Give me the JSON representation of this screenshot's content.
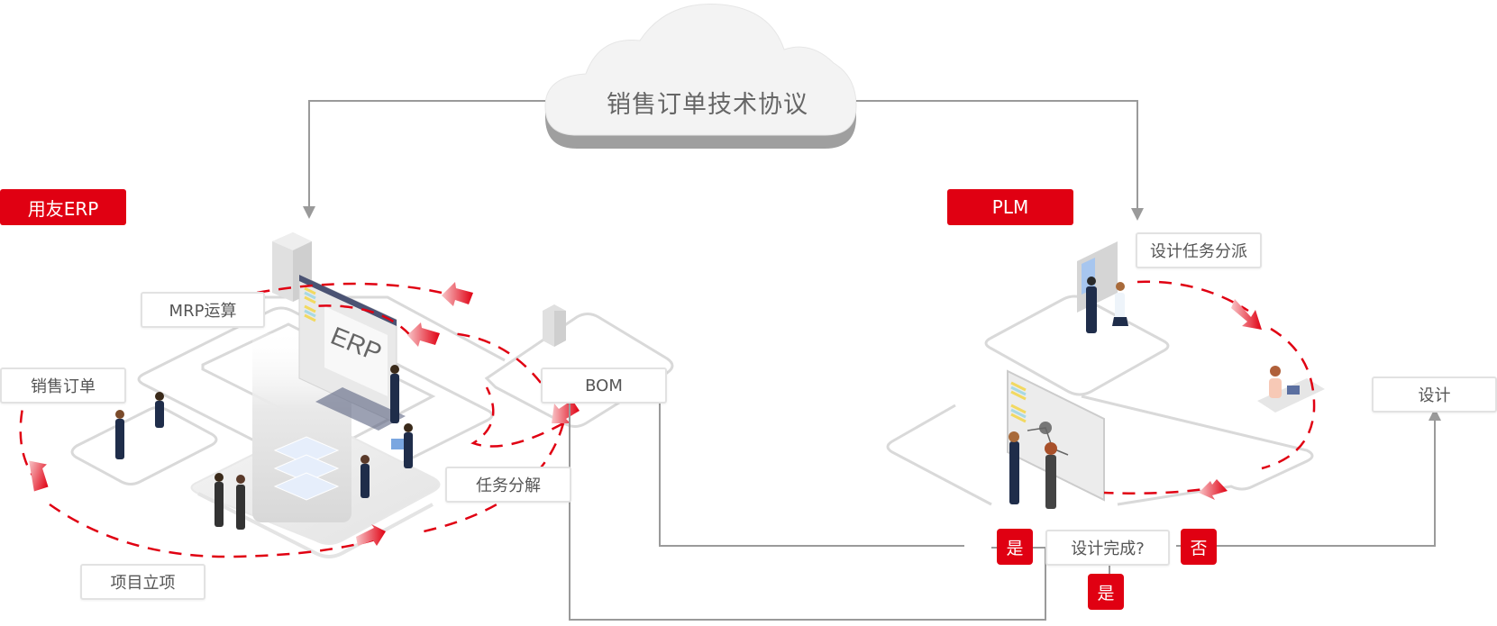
{
  "cloud": {
    "label": "销售订单技术协议"
  },
  "systems": {
    "erp": {
      "label": "用友ERP",
      "screen_text": "ERP"
    },
    "plm": {
      "label": "PLM"
    }
  },
  "erp_steps": {
    "mrp": "MRP运算",
    "sales_order": "销售订单",
    "project": "项目立项",
    "task_breakdown": "任务分解",
    "bom": "BOM"
  },
  "plm_steps": {
    "task_assign": "设计任务分派",
    "design": "设计",
    "decision": "设计完成?"
  },
  "decision_tags": {
    "yes_left": "是",
    "no_right": "否",
    "yes_bottom": "是"
  },
  "colors": {
    "brand_red": "#e00012",
    "connector_gray": "#9a9a9a",
    "label_text": "#555555"
  }
}
